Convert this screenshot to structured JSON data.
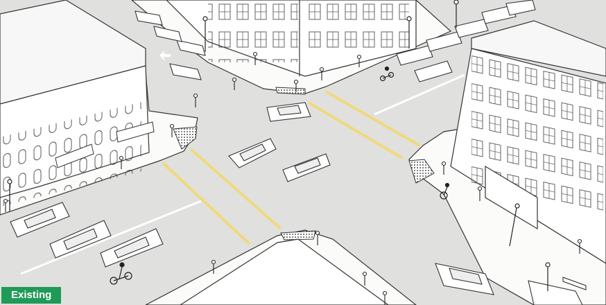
{
  "badge": {
    "label": "Existing",
    "color": "#1f9a57"
  },
  "colors": {
    "road": "#e0e0df",
    "sidewalk": "#fbfbfa",
    "building": "#ffffff",
    "line": "#3a3a3a",
    "yellow_marking": "#f2e08a",
    "white_marking": "#ffffff",
    "tactile": "#8a8a8a"
  },
  "scene": {
    "description_items": [
      "intersection",
      "crosswalk-markings",
      "buildings",
      "parked-cars",
      "moving-cars",
      "cyclists",
      "pedestrians",
      "street-lamps",
      "curb-ramps"
    ]
  }
}
